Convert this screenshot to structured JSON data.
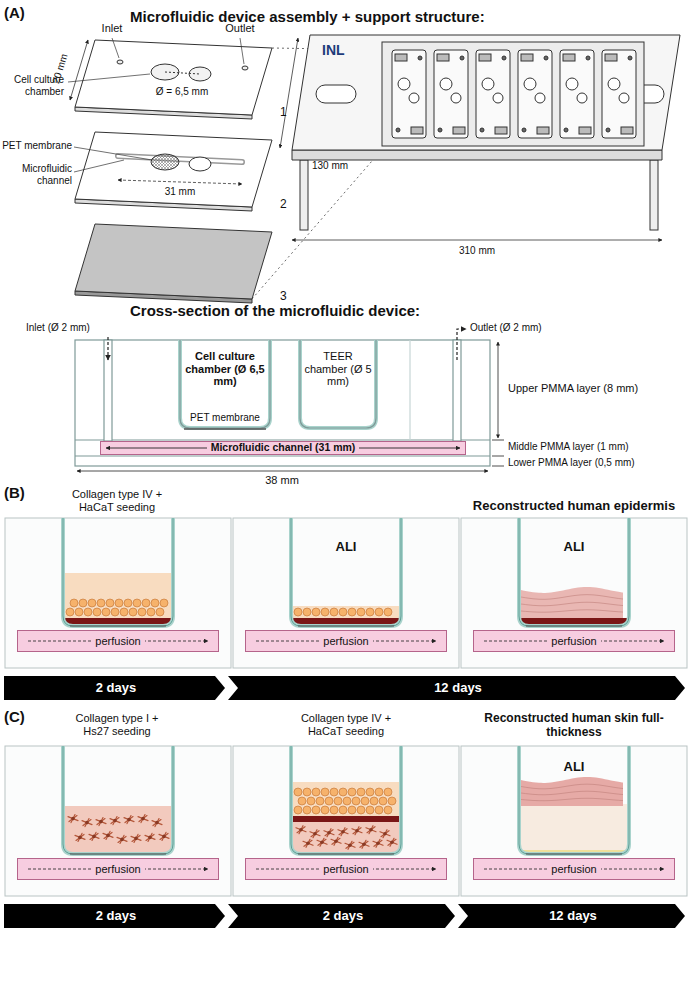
{
  "diagram": {
    "nodes": [
      {
        "text": [
          "Microfluidic channel (31 mm)"
        ]
      },
      {
        "text": [
          "perfusion"
        ]
      },
      {
        "text": [
          "perfusion"
        ]
      },
      {
        "text": [
          "perfusion"
        ]
      },
      {
        "text": [
          "2 days"
        ]
      },
      {
        "text": [
          "12 days"
        ]
      },
      {
        "text": [
          "perfusion"
        ]
      },
      {
        "text": [
          "perfusion"
        ]
      },
      {
        "text": [
          "perfusion"
        ]
      },
      {
        "text": [
          "2 days"
        ]
      },
      {
        "text": [
          "2 days"
        ]
      },
      {
        "text": [
          "12 days"
        ]
      }
    ],
    "labels": [
      "(A)",
      "Microfluidic device assembly + support structure:",
      "Inlet",
      "Outlet",
      "20 mm",
      "Cell culture chamber",
      "Ø = 6,5 mm",
      "1",
      "PET membrane",
      "Microfluidic channel",
      "31 mm",
      "2",
      "3",
      "INL",
      "130 mm",
      "310 mm",
      "Cross-section of the microfluidic device:",
      "Inlet (Ø 2 mm)",
      "Outlet (Ø 2 mm)",
      "Cell culture chamber (Ø 6,5 mm)",
      "TEER chamber (Ø 5 mm)",
      "PET membrane",
      "Upper PMMA layer (8 mm)",
      "Middle PMMA layer (1 mm)",
      "Lower PMMA layer (0,5 mm)",
      "38 mm",
      "(B)",
      "Collagen type IV + HaCaT seeding",
      "ALI",
      "Reconstructed human epidermis",
      "ALI",
      "(C)",
      "Collagen type I + Hs27 seeding",
      "Collagen type IV + HaCaT seeding",
      "Reconstructed human skin full-thickness",
      "ALI"
    ]
  }
}
